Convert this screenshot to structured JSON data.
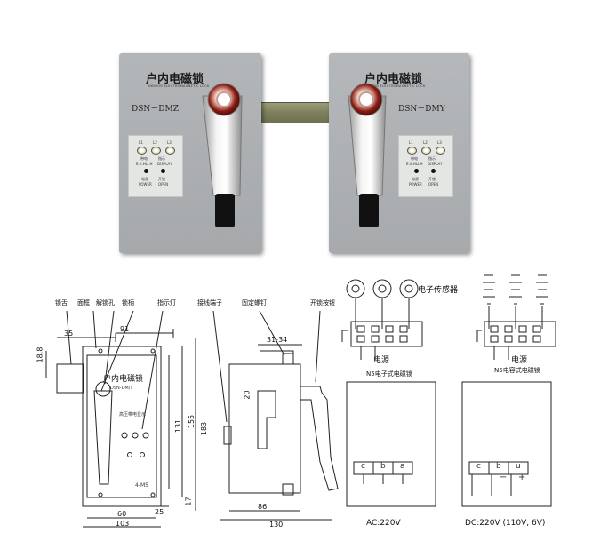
{
  "photo": {
    "left_panel": {
      "title": "户内电磁锁",
      "subtitle": "INDOOR ELECTROMAGNETIC LOCK",
      "model": "DSN－DMZ",
      "led_labels": [
        "L1",
        "L2",
        "L3"
      ],
      "status_cn": [
        "带电",
        "指示"
      ],
      "status_en": [
        "E.X.HLI.H",
        "DISPLAY"
      ],
      "power_cn": "电源",
      "open_cn": "开锁",
      "power_en": "POWER",
      "open_en": "OPEN"
    },
    "right_panel": {
      "title": "户内电磁锁",
      "subtitle": "INDOOR ELECTROMAGNETIC LOCK",
      "model": "DSN－DMY",
      "led_labels": [
        "L1",
        "L2",
        "L3"
      ],
      "status_cn": [
        "带电",
        "指示"
      ],
      "status_en": [
        "E.X.HLI.H",
        "DISPLAY"
      ],
      "power_cn": "电源",
      "open_cn": "开锁",
      "power_en": "POWER",
      "open_en": "OPEN"
    }
  },
  "drawing": {
    "part_labels": [
      "锁舌",
      "面框",
      "解锁孔",
      "锁柄",
      "指示灯",
      "接线端子",
      "固定螺钉",
      "开锁按钮"
    ],
    "front_title": "户内电磁锁",
    "front_model": "DSN-DM/T",
    "front_indicator": "高压带电显示",
    "front_holes": "4-M5",
    "dimensions": {
      "d35": "35",
      "d91": "91",
      "d18_8": "18.8",
      "d131": "131",
      "d155": "155",
      "d183": "183",
      "d17": "17",
      "d60": "60",
      "d25": "25",
      "d103": "103",
      "d31_34": "31-34",
      "d20": "20",
      "d86": "86",
      "d130": "130"
    }
  },
  "wiring": {
    "top_left": {
      "sensor_label": "电子传感器",
      "power_label": "电源",
      "caption": "N5电子式电磁锁"
    },
    "top_right": {
      "power_label": "电源",
      "caption": "N5电容式电磁锁"
    },
    "box_left": {
      "terminals": [
        "c",
        "b",
        "a"
      ],
      "voltage": "AC:220V"
    },
    "box_right": {
      "terminals": [
        "c",
        "b",
        "u"
      ],
      "signs": [
        "−",
        "+"
      ],
      "voltage": "DC:220V (110V, 6V)"
    }
  }
}
